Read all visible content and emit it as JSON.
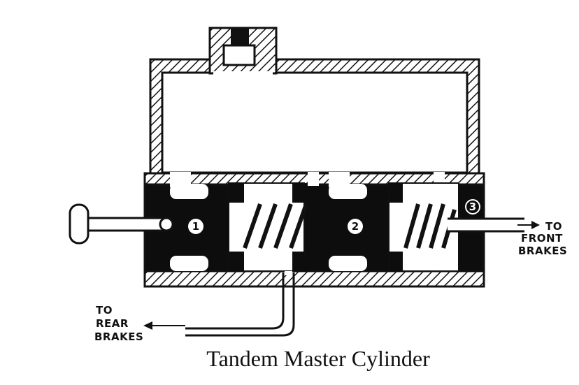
{
  "title": "Tandem Master Cylinder",
  "labels": {
    "front": [
      "TO",
      "FRONT",
      "BRAKES"
    ],
    "rear": [
      "TO",
      "REAR",
      "BRAKES"
    ]
  },
  "pistons": [
    {
      "number": "1"
    },
    {
      "number": "2"
    },
    {
      "number": "3"
    }
  ]
}
